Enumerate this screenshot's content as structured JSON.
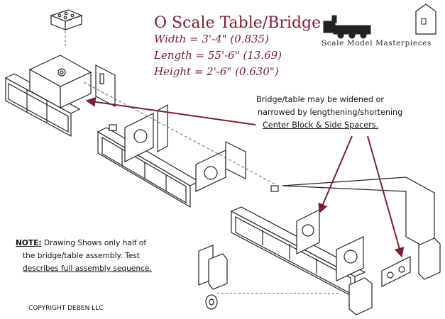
{
  "title": "O Scale Table/Bridge",
  "specs": {
    "width": "Width =   3'-4\" (0.835)",
    "length": "Length = 55'-6\" (13.69)",
    "height": "Height =   2'-6\" (0.630\")"
  },
  "callout": {
    "line1": "Bridge/table may be widened or",
    "line2": "narrowed by lengthening/shortening",
    "line3": "Center Block & Side Spacers."
  },
  "note": {
    "label": "NOTE:",
    "line1": " Drawing Shows only half of",
    "line2": "the bridge/table assembly. Test",
    "line3": "describes full assembly sequence."
  },
  "copyright": "COPYRIGHT DEBEN LLC",
  "logo": {
    "name": "Scale Model Masterpieces",
    "icon": "steam-locomotive-and-station-icon"
  },
  "colors": {
    "accent": "#7a1f2e",
    "line": "#222222"
  }
}
